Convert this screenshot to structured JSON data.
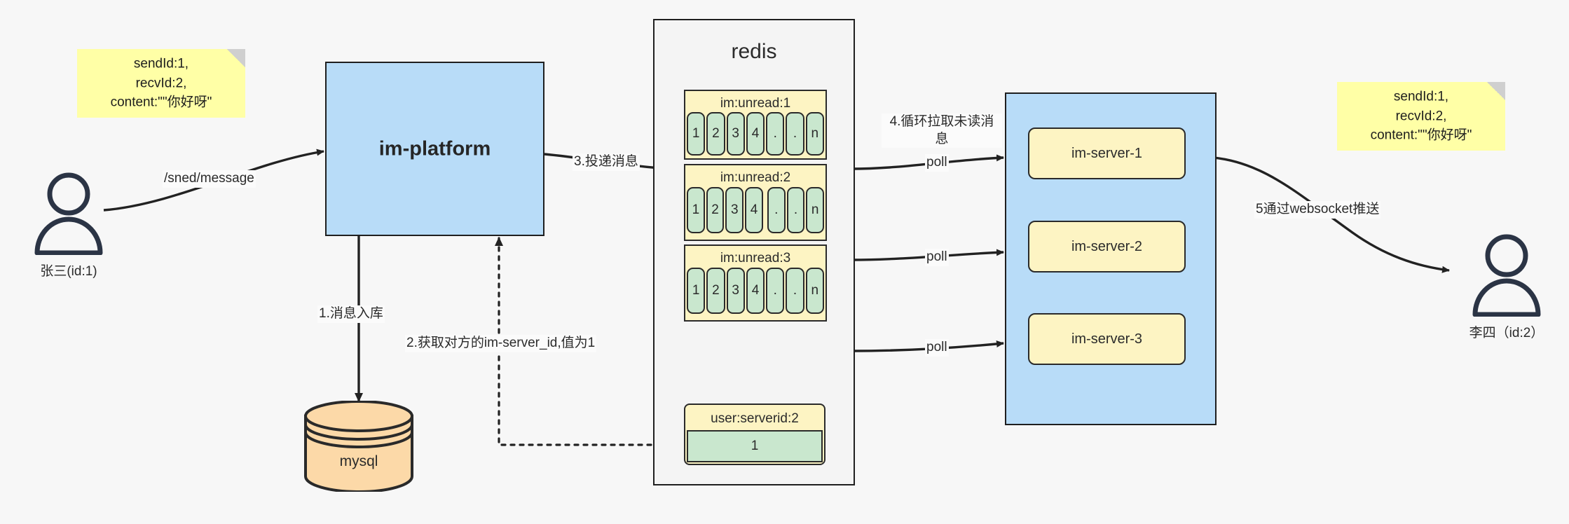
{
  "diagram": {
    "title": "IM message delivery architecture",
    "colors": {
      "sticky": "#ffffa6",
      "blue_box": "#b8dcf8",
      "redis_panel": "#f4f4f4",
      "key_header": "#fdf4c3",
      "cell_green": "#c9e7ce",
      "mysql_orange": "#fcd9a8",
      "stroke": "#1f1f1f",
      "actor": "#2b3445"
    }
  },
  "actors": {
    "sender": {
      "name": "张三(id:1)",
      "icon": "user-icon"
    },
    "receiver": {
      "name": "李四（id:2）",
      "icon": "user-icon"
    }
  },
  "sticky_notes": [
    {
      "id": "left",
      "text": "sendId:1,\nrecvId:2,\ncontent:\"\"你好呀\""
    },
    {
      "id": "right",
      "text": "sendId:1,\nrecvId:2,\ncontent:\"\"你好呀\""
    }
  ],
  "platform": {
    "label": "im-platform"
  },
  "database": {
    "label": "mysql",
    "icon": "database-cylinder-icon"
  },
  "redis": {
    "title": "redis",
    "keys": [
      {
        "name": "im:unread:1",
        "cells": [
          "1",
          "2",
          "3",
          "4",
          ".",
          ".",
          "n"
        ]
      },
      {
        "name": "im:unread:2",
        "cells": [
          "1",
          "2",
          "3",
          "4",
          ".",
          ".",
          "n"
        ]
      },
      {
        "name": "im:unread:3",
        "cells": [
          "1",
          "2",
          "3",
          "4",
          ".",
          ".",
          "n"
        ]
      }
    ],
    "kv": {
      "name": "user:serverid:2",
      "value": "1"
    }
  },
  "server_cluster": {
    "servers": [
      {
        "label": "im-server-1"
      },
      {
        "label": "im-server-2"
      },
      {
        "label": "im-server-3"
      }
    ]
  },
  "edge_labels": {
    "send_message": "/sned/message",
    "step1": "1.消息入库",
    "step2": "2.获取对方的im-server_id,值为1",
    "step3": "3.投递消息",
    "step4": "4.循环拉取未读消\n息",
    "poll1": "poll",
    "poll2": "poll",
    "poll3": "poll",
    "step5": "5通过websocket推送"
  }
}
